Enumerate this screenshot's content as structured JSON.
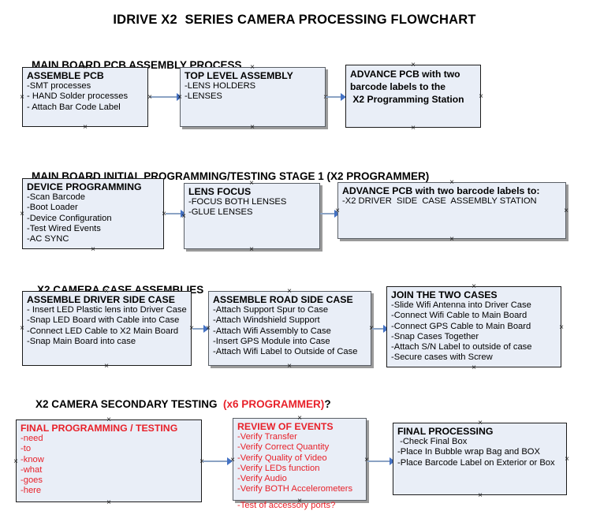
{
  "document": {
    "title": "IDRIVE X2  SERIES CAMERA PROCESSING FLOWCHART"
  },
  "sections": [
    {
      "id": "main-board-pcb-assembly-process",
      "heading": "MAIN BOARD PCB ASSEMBLY PROCESS",
      "heading_red": "",
      "heading_suffix": ""
    },
    {
      "id": "main-board-initial-programming",
      "heading": "MAIN BOARD INITIAL PROGRAMMING/TESTING STAGE 1 (X2 PROGRAMMER)",
      "heading_red": "",
      "heading_suffix": ""
    },
    {
      "id": "x2-camera-case-assemblies",
      "heading": "X2 CAMERA CASE ASSEMBLIES",
      "heading_red": "",
      "heading_suffix": ""
    },
    {
      "id": "x2-camera-secondary-testing",
      "heading": "X2 CAMERA SECONDARY TESTING  ",
      "heading_red": "(x6 PROGRAMMER)",
      "heading_suffix": "?"
    }
  ],
  "nodes": {
    "assemble_pcb": {
      "title": "ASSEMBLE PCB",
      "lines": [
        "-SMT processes",
        "- HAND Solder processes",
        "- Attach Bar Code Label"
      ]
    },
    "top_level_assembly": {
      "title": "TOP LEVEL ASSEMBLY",
      "lines": [
        "-LENS HOLDERS",
        "-LENSES"
      ]
    },
    "advance_pcb_station": {
      "title": "ADVANCE PCB with two",
      "lines": [
        "barcode labels to the",
        " X2 Programming Station"
      ]
    },
    "device_programming": {
      "title": "DEVICE PROGRAMMING",
      "lines": [
        "-Scan Barcode",
        "-Boot Loader",
        "-Device Configuration",
        "-Test Wired Events",
        "-AC SYNC"
      ]
    },
    "lens_focus": {
      "title": "LENS FOCUS",
      "lines": [
        "-FOCUS BOTH LENSES",
        "-GLUE LENSES"
      ]
    },
    "advance_pcb_driver_side": {
      "title": "ADVANCE PCB with two barcode labels to:",
      "lines": [
        "-X2 DRIVER  SIDE  CASE  ASSEMBLY STATION"
      ]
    },
    "assemble_driver_side_case": {
      "title": "ASSEMBLE DRIVER SIDE CASE",
      "lines": [
        "- Insert LED Plastic lens into Driver Case",
        "-Snap LED Board with Cable into Case",
        "-Connect LED Cable to X2 Main Board",
        "-Snap Main Board into case"
      ]
    },
    "assemble_road_side_case": {
      "title": "ASSEMBLE ROAD SIDE CASE",
      "lines": [
        "-Attach Support Spur to Case",
        "-Attach Windshield Support",
        "-Attach Wifi Assembly to Case",
        "-Insert GPS Module into Case",
        "-Attach Wifi Label to Outside of Case"
      ]
    },
    "join_the_two_cases": {
      "title": "JOIN THE TWO CASES",
      "lines": [
        "-Slide Wifi Antenna into Driver Case",
        "-Connect Wifi Cable to Main Board",
        "-Connect GPS Cable to Main Board",
        "-Snap Cases Together",
        "-Attach S/N Label to outside of case",
        "-Secure cases with Screw"
      ]
    },
    "final_programming_testing": {
      "title": "FINAL PROGRAMMING / TESTING",
      "lines": [
        "-need",
        "-to",
        "-know",
        "-what",
        "-goes",
        "-here"
      ]
    },
    "review_of_events": {
      "title": "REVIEW OF EVENTS",
      "lines": [
        "-Verify Transfer",
        "-Verify Correct Quantity",
        "-Verify Quality of Video",
        "-Verify LEDs function",
        "-Verify Audio",
        "-Verify BOTH Accelerometers"
      ],
      "overflow_line": "-Test of accessory ports?"
    },
    "final_processing": {
      "title": "FINAL PROCESSING",
      "lines": [
        " -Check Final Box",
        "-Place In Bubble wrap Bag and BOX",
        "-Place Barcode Label on Exterior or Box"
      ]
    }
  },
  "colors": {
    "node_fill": "#e9eef7",
    "node_border": "#1b1b1b",
    "node_border_shadowed": "#5a5f66",
    "connector": "#8ba3c4",
    "arrowhead": "#4472c4",
    "red_text": "#e8212a",
    "text": "#000000"
  }
}
